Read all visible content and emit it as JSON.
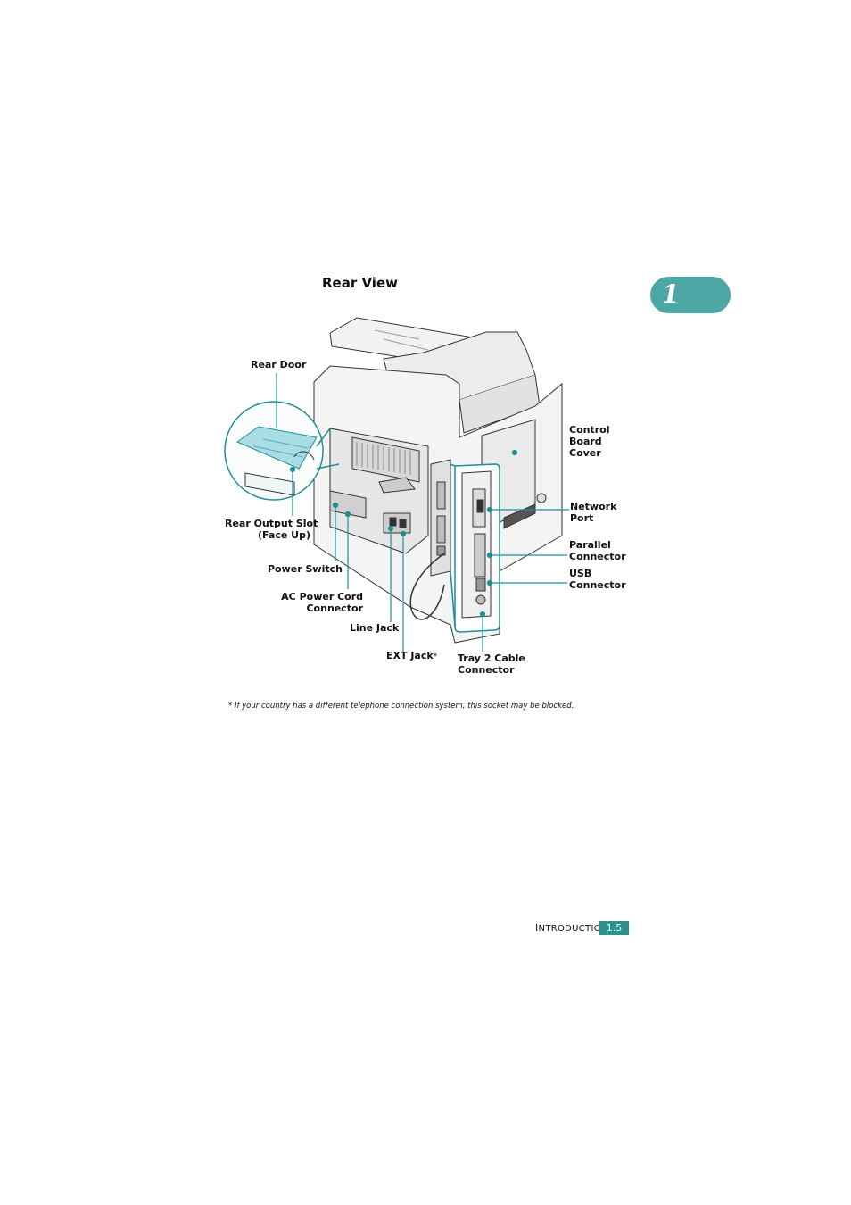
{
  "section": {
    "title": "Rear View"
  },
  "chapter": {
    "number": "1"
  },
  "labels": {
    "rear_door": "Rear Door",
    "rear_output_slot_1": "Rear Output Slot",
    "rear_output_slot_2": "(Face Up)",
    "power_switch": "Power Switch",
    "ac_power_1": "AC Power Cord",
    "ac_power_2": "Connector",
    "line_jack": "Line Jack",
    "ext_jack": "EXT Jack",
    "ext_jack_mark": "*",
    "control_board_1": "Control",
    "control_board_2": "Board",
    "control_board_3": "Cover",
    "network_port_1": "Network",
    "network_port_2": "Port",
    "parallel_1": "Parallel",
    "parallel_2": "Connector",
    "usb_1": "USB",
    "usb_2": "Connector",
    "tray2_1": "Tray 2 Cable",
    "tray2_2": "Connector"
  },
  "footnote": "*  If your country has a different telephone connection system, this socket may be blocked.",
  "footer": {
    "section_initial": "I",
    "section_rest": "NTRODUCTION",
    "page": "1.5"
  },
  "colors": {
    "accent": "#4fa7a5",
    "page_badge": "#2f8f8d",
    "callout": "#1d8f96",
    "highlight": "#a9dde6"
  }
}
